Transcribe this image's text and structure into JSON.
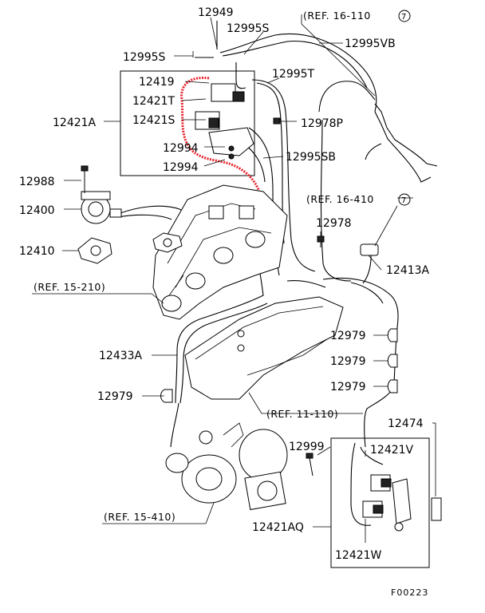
{
  "labels": {
    "p12949": "12949",
    "p12995S_top": "12995S",
    "p12995S_left": "12995S",
    "ref16_110": "(REF. 16-110",
    "ref16_110_num": "7",
    "p12995VB": "12995VB",
    "p12419": "12419",
    "p12995T": "12995T",
    "p12421T": "12421T",
    "p12421A": "12421A",
    "p12421S": "12421S",
    "p12978P": "12978P",
    "p12994_a": "12994",
    "p12994_b": "12994",
    "p12995SB": "12995SB",
    "p12988": "12988",
    "ref16_410": "(REF. 16-410",
    "ref16_410_num": "7",
    "p12400": "12400",
    "p12978": "12978",
    "p12410": "12410",
    "p12413A": "12413A",
    "ref15_210": "(REF. 15-210)",
    "p12979_a": "12979",
    "p12979_b": "12979",
    "p12979_c": "12979",
    "p12979_d": "12979",
    "p12433A": "12433A",
    "ref11_110": "(REF. 11-110)",
    "p12474": "12474",
    "p12999": "12999",
    "p12421V": "12421V",
    "ref15_410": "(REF. 15-410)",
    "p12421AQ": "12421AQ",
    "p12421W": "12421W",
    "code": "F00223"
  },
  "colors": {
    "line": "#000000",
    "marker": "#e8202a",
    "background": "#ffffff"
  }
}
